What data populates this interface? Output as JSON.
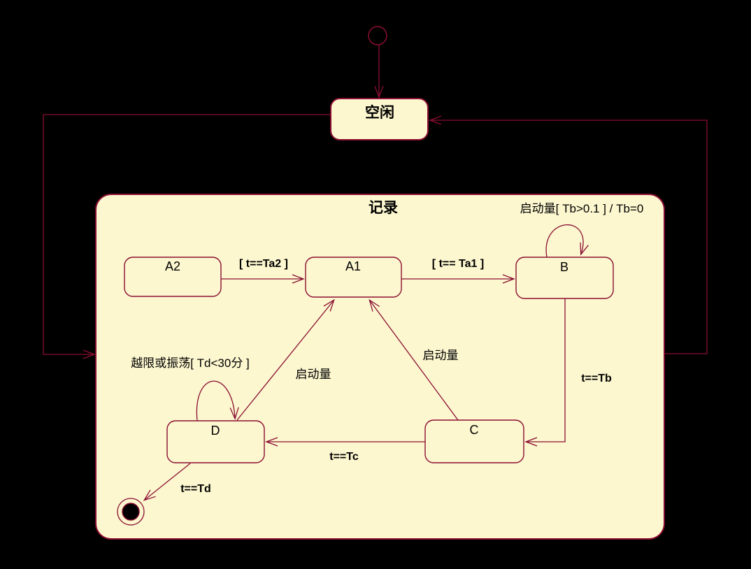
{
  "colors": {
    "background": "#000000",
    "line": "#8B0E32",
    "state_fill": "#FCF7CF",
    "text": "#000000"
  },
  "states": {
    "idle": {
      "label": "空闲"
    },
    "record": {
      "label": "记录"
    },
    "a2": {
      "label": "A2"
    },
    "a1": {
      "label": "A1"
    },
    "b": {
      "label": "B"
    },
    "c": {
      "label": "C"
    },
    "d": {
      "label": "D"
    }
  },
  "transitions": {
    "a2_to_a1": {
      "label": "[ t==Ta2 ]"
    },
    "a1_to_b": {
      "label": "[ t== Ta1 ]"
    },
    "b_self": {
      "label": "启动量[ Tb>0.1 ] / Tb=0"
    },
    "b_to_c": {
      "label": "t==Tb"
    },
    "c_to_d": {
      "label": "t==Tc"
    },
    "c_to_a1": {
      "label": "启动量"
    },
    "d_to_a1": {
      "label": "启动量"
    },
    "d_self": {
      "label": "越限或振荡[ Td<30分 ]"
    },
    "d_to_final": {
      "label": "t==Td"
    }
  }
}
